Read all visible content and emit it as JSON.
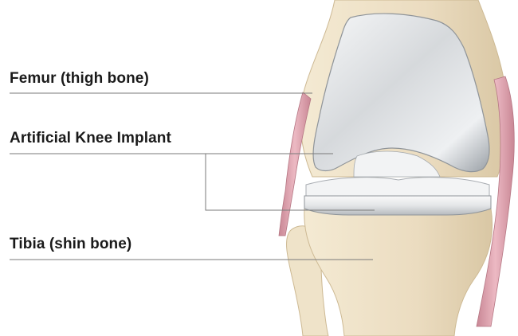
{
  "labels": {
    "femur": "Femur (thigh bone)",
    "implant": "Artificial Knee Implant",
    "tibia": "Tibia (shin bone)"
  },
  "colors": {
    "bone": "#ede0c6",
    "bone_shadow": "#d8c6a3",
    "metal": "#d9dcdf",
    "metal_dark": "#8f9499",
    "ligament": "#e2a8b4",
    "leader_line": "#7a7a7a"
  }
}
